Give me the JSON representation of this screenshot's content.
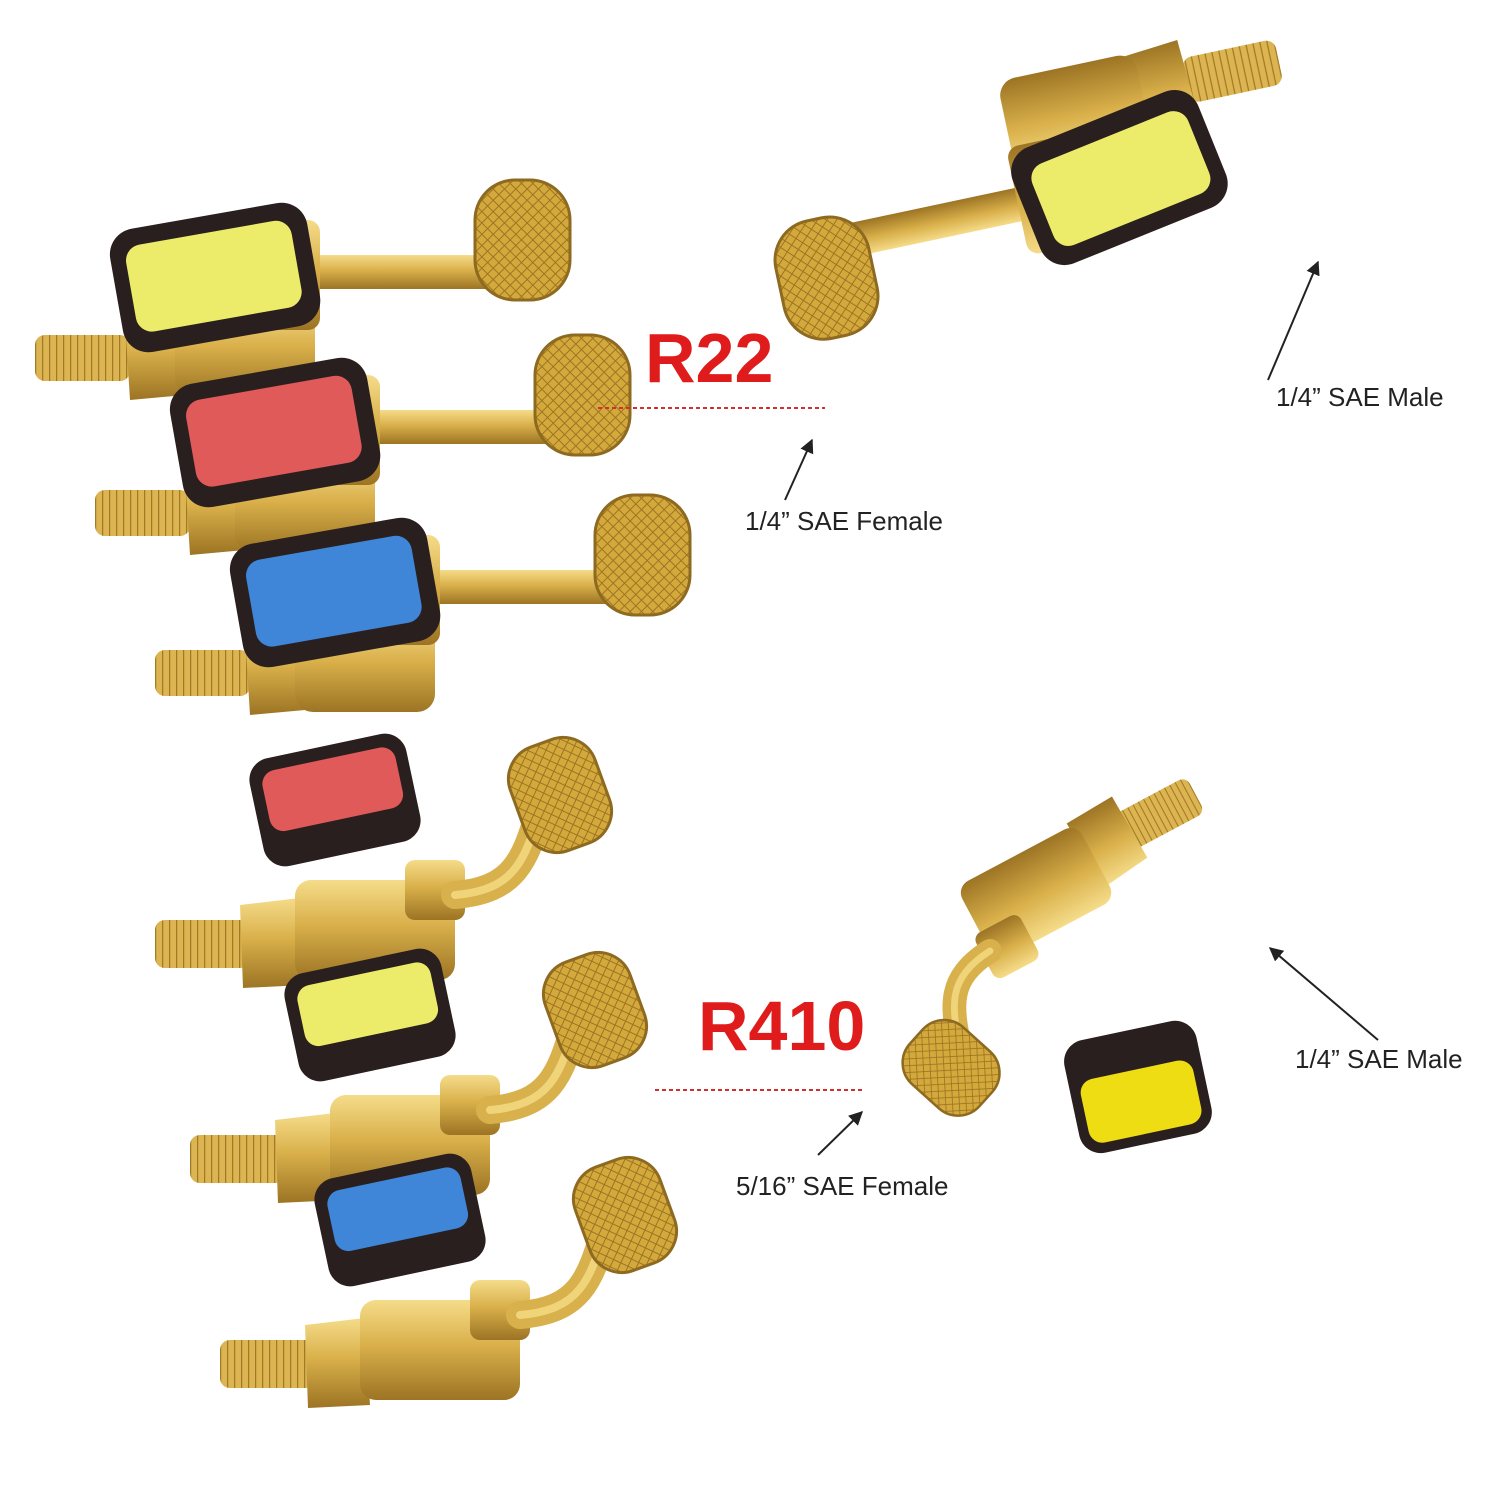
{
  "colors": {
    "background": "#ffffff",
    "brass": "#d9b04a",
    "brass_dark": "#a8802a",
    "brass_light": "#f0d47a",
    "handle_frame": "#2a1f1f",
    "yellow_pad": "#ecec6a",
    "red_pad": "#e05a5a",
    "blue_pad": "#3f86d8",
    "title_red": "#e01b1b",
    "leader_red": "#d03030",
    "annotation_text": "#222222"
  },
  "r22": {
    "title": "R22",
    "icons": [
      "straight-ball-valve-icon",
      "brass-knurled-nut-icon"
    ],
    "valves": [
      {
        "handle_color": "yellow"
      },
      {
        "handle_color": "red"
      },
      {
        "handle_color": "blue"
      }
    ],
    "detail": {
      "female_label": "1/4”   SAE Female",
      "male_label": "1/4”  SAE Male"
    }
  },
  "r410": {
    "title": "R410",
    "icons": [
      "bent-ball-valve-icon",
      "brass-knurled-nut-icon"
    ],
    "valves": [
      {
        "handle_color": "red"
      },
      {
        "handle_color": "yellow"
      },
      {
        "handle_color": "blue"
      }
    ],
    "detail": {
      "female_label": "5/16”  SAE Female",
      "male_label": "1/4”  SAE Male"
    }
  }
}
